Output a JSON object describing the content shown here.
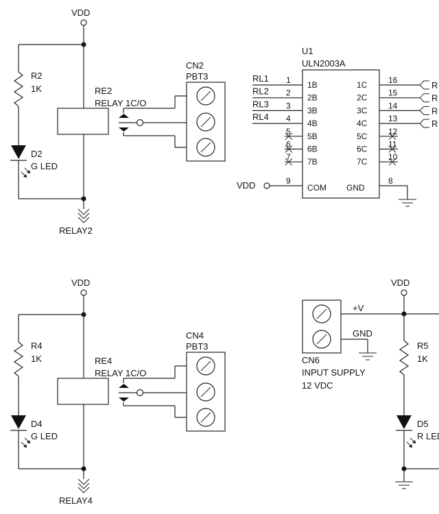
{
  "vdd_label": "VDD",
  "relay2": {
    "resistor_ref": "R2",
    "resistor_value": "1K",
    "relay_ref": "RE2",
    "relay_value": "RELAY 1C/O",
    "led_ref": "D2",
    "led_value": "G LED",
    "connector_ref": "CN2",
    "connector_value": "PBT3",
    "net": "RELAY2"
  },
  "relay4": {
    "resistor_ref": "R4",
    "resistor_value": "1K",
    "relay_ref": "RE4",
    "relay_value": "RELAY 1C/O",
    "led_ref": "D4",
    "led_value": "G LED",
    "connector_ref": "CN4",
    "connector_value": "PBT3",
    "net": "RELAY4"
  },
  "ic": {
    "ref": "U1",
    "value": "ULN2003A",
    "inputs": [
      "RL1",
      "RL2",
      "RL3",
      "RL4"
    ],
    "left_pins": [
      {
        "num": "1",
        "name": "1B"
      },
      {
        "num": "2",
        "name": "2B"
      },
      {
        "num": "3",
        "name": "3B"
      },
      {
        "num": "4",
        "name": "4B"
      },
      {
        "num": "5",
        "name": "5B"
      },
      {
        "num": "6",
        "name": "6B"
      },
      {
        "num": "7",
        "name": "7B"
      }
    ],
    "right_pins": [
      {
        "num": "16",
        "name": "1C"
      },
      {
        "num": "15",
        "name": "2C"
      },
      {
        "num": "14",
        "name": "3C"
      },
      {
        "num": "13",
        "name": "4C"
      },
      {
        "num": "12",
        "name": "5C"
      },
      {
        "num": "11",
        "name": "6C"
      },
      {
        "num": "10",
        "name": "7C"
      }
    ],
    "com_pin": {
      "num": "9",
      "name": "COM"
    },
    "gnd_pin": {
      "num": "8",
      "name": "GND"
    },
    "outputs_partial": [
      "R",
      "R",
      "R",
      "R"
    ]
  },
  "supply": {
    "connector_ref": "CN6",
    "connector_value": "INPUT SUPPLY",
    "voltage": "12 VDC",
    "pos_label": "+V",
    "gnd_label": "GND"
  },
  "power_led": {
    "resistor_ref": "R5",
    "resistor_value": "1K",
    "led_ref": "D5",
    "led_value": "R LED"
  }
}
